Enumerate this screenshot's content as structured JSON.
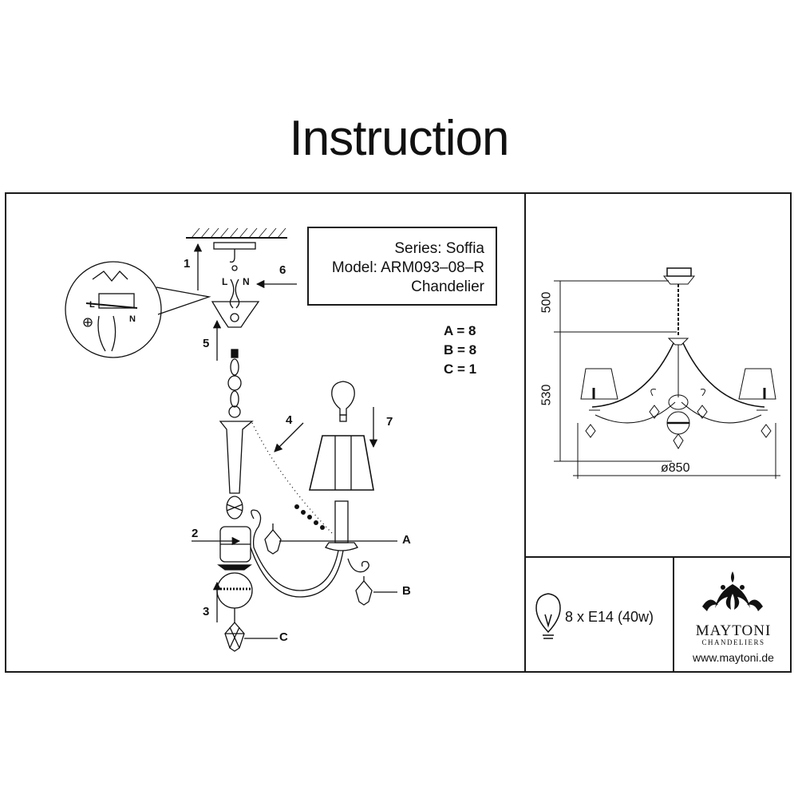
{
  "title": "Instruction",
  "model_box": {
    "series": "Series: Soffia",
    "model": "Model: ARM093–08–R",
    "type": "Chandelier"
  },
  "quantities": [
    "A = 8",
    "B = 8",
    "C = 1"
  ],
  "steps": [
    "1",
    "2",
    "3",
    "4",
    "5",
    "6",
    "7"
  ],
  "parts": [
    "A",
    "B",
    "C"
  ],
  "wiring": {
    "l": "L",
    "n": "N"
  },
  "dimensions": {
    "height_top": "500",
    "height_body": "530",
    "diameter": "ø850"
  },
  "spec": "8 x E14 (40w)",
  "brand": {
    "name": "MAYTONI",
    "sub": "CHANDELIERS",
    "url": "www.maytoni.de"
  },
  "icons": [
    "bulb-icon",
    "maytoni-logo-icon",
    "ceiling-hook-icon"
  ]
}
